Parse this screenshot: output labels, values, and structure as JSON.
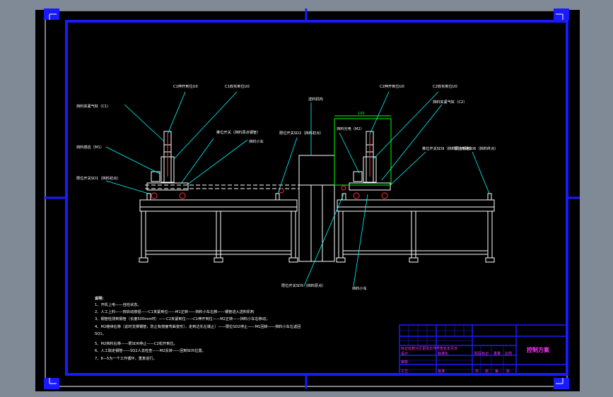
{
  "callouts": {
    "c1_up_switch": "C1伸开到位U0",
    "c1_down_switch": "C1收实到位U0",
    "c1_cylinder": "挡料夹紧气缸（C1）",
    "c1_sensor": "挡料感应（M1）",
    "limit_sd1": "限位开关SD1（挡料初点）",
    "tube_sensor_left": "推位开关（挡料原点钢管）",
    "left_slide": "挡料小车",
    "limit_sd2": "限位开关SD2（挡料初点）",
    "feed_mechanism": "送料机构",
    "dim_label": "100",
    "c2_up_switch": "C2伸开到位U0",
    "c2_down_switch": "C2收实到位U0",
    "c2_cylinder": "挡料夹紧气缸（C2）",
    "tube_sensor_mid": "挡料光电（M2）",
    "tube_sensor_right": "推位开关SD9（挡料原点钢管）",
    "limit_sd6": "限位开关SD6（挡料终点）",
    "limit_sd5": "限位开关SD5（挡料原点）",
    "right_slide": "挡料小车"
  },
  "notes": {
    "title": "说明：",
    "lines": [
      "1、开机上电——自检状态。",
      "2、人工上料——按启动按钮——C1夹紧到位——M1正转——挡料小车右移——钢管进入送料机构",
      "3、钢管检测到钢管（长度500mm时）——C2夹紧到位——C1伸开到位——M2正转——挡料小车右移动；",
      "4、M2继续右移（此时支撑钢管，防止有挠度弯曲变形），走到达先左端止）——限位SD2停止——M1回转——挡料小车左返回",
      "SQ1。",
      "5、M2挡料右移——限SD6停止——C2松开到位。",
      "6、人工取走钢管——SQ2人去检查——M2反转——回到SD5位置。",
      "7、8—5为一个工作循环，重复进行。"
    ]
  },
  "title_block": {
    "drawing_title": "控制方案",
    "rows": [
      [
        "标记",
        "处数",
        "分区",
        "更改文件号",
        "签名",
        "年月日"
      ],
      [
        "设计",
        "",
        "标准化",
        "",
        "阶段标记",
        "重量",
        "比例"
      ],
      [
        "审核",
        "",
        "",
        "",
        "",
        "",
        ""
      ],
      [
        "工艺",
        "",
        "批准",
        "",
        "共 张",
        "第 张"
      ]
    ],
    "cells": [
      "标记处数分区更改文件号签名年月日",
      "设计",
      "标准化",
      "阶段标记",
      "重量",
      "比例",
      "审核",
      "工艺",
      "批准",
      "共",
      "张",
      "第",
      "张"
    ]
  },
  "colors": {
    "background": "#000000",
    "frame": "#0000ff",
    "inner_frame": "#ffffff",
    "callout": "#00ffff",
    "machine": "#ffffff",
    "title_text": "#ff00ff",
    "dimension": "#00ff00",
    "notes_text": "#ffffff"
  }
}
